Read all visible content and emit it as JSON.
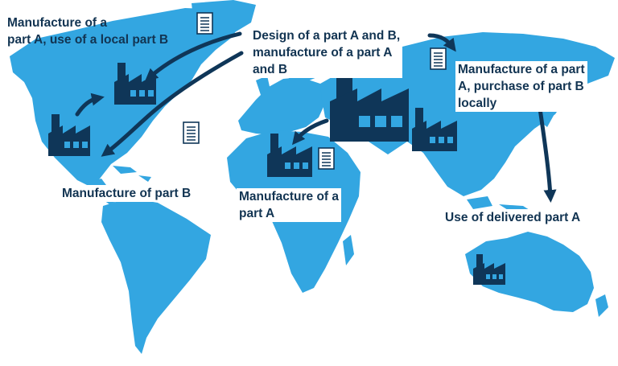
{
  "colors": {
    "land": "#33a6e1",
    "factory": "#0f3658",
    "text": "#123452",
    "background": "#ffffff"
  },
  "labels": {
    "usa_manufacture": "Manufacture of a\npart A, use of a local part B",
    "europe_design": "Design of a part A and B,\nmanufacture of a part A\nand B",
    "russia_manufacture": "Manufacture of a part\nA, purchase of part B\nlocally",
    "mexico_manufacture": "Manufacture of part B",
    "africa_manufacture": "Manufacture of a\npart A",
    "asia_use": "Use of delivered part A"
  },
  "icons": {
    "factory": "factory-icon",
    "document": "document-icon",
    "arrow": "arrow-icon"
  }
}
